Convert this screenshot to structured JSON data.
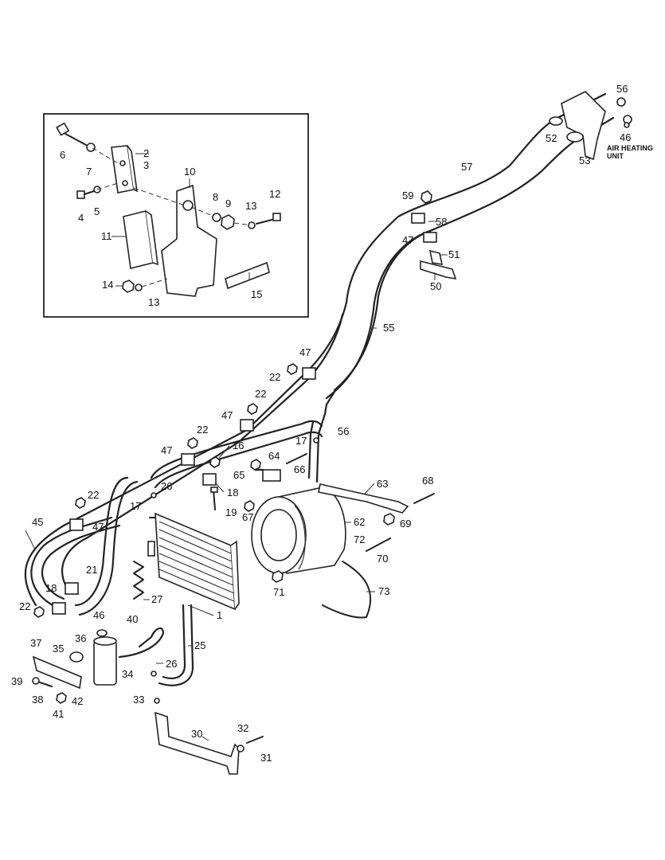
{
  "unit_label_line1": "AIR HEATING",
  "unit_label_line2": "UNIT",
  "callouts": {
    "c1": "1",
    "c2": "2",
    "c3": "3",
    "c4": "4",
    "c5": "5",
    "c6": "6",
    "c7": "7",
    "c8": "8",
    "c9": "9",
    "c10": "10",
    "c11": "11",
    "c12": "12",
    "c13a": "13",
    "c13b": "13",
    "c14": "14",
    "c15": "15",
    "c16": "16",
    "c17a": "17",
    "c17b": "17",
    "c18a": "18",
    "c18b": "18",
    "c19": "19",
    "c21": "21",
    "c22a": "22",
    "c22b": "22",
    "c22c": "22",
    "c22d": "22",
    "c22e": "22",
    "c25": "25",
    "c26a": "26",
    "c26b": "26",
    "c27": "27",
    "c30": "30",
    "c31": "31",
    "c32": "32",
    "c33": "33",
    "c34": "34",
    "c35": "35",
    "c36": "36",
    "c37": "37",
    "c38": "38",
    "c39": "39",
    "c40": "40",
    "c41": "41",
    "c42": "42",
    "c45": "45",
    "c46a": "46",
    "c46b": "46",
    "c47a": "47",
    "c47b": "47",
    "c47c": "47",
    "c47d": "47",
    "c47e": "47",
    "c50": "50",
    "c51": "51",
    "c52": "52",
    "c53": "53",
    "c55": "55",
    "c56a": "56",
    "c56b": "56",
    "c57": "57",
    "c58": "58",
    "c59": "59",
    "c62": "62",
    "c63": "63",
    "c64": "64",
    "c65": "65",
    "c66": "66",
    "c67": "67",
    "c68": "68",
    "c69": "69",
    "c70": "70",
    "c71": "71",
    "c72": "72",
    "c73": "73"
  }
}
